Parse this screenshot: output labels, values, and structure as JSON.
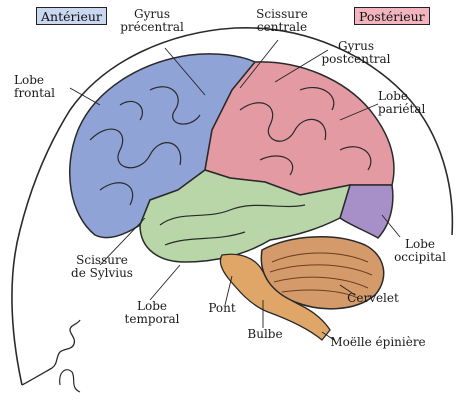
{
  "labels": {
    "anterieur": "Antérieur",
    "posterieur": "Postérieur",
    "gyrus_precentral": "Gyrus\nprécentral",
    "scissure_centrale": "Scissure\ncentrale",
    "gyrus_postcentral": "Gyrus\npostcentral",
    "lobe_frontal": "Lobe\nfrontal",
    "lobe_parietal": "Lobe\npariétal",
    "lobe_occipital": "Lobe\noccipital",
    "scissure_sylvius": "Scissure\nde Sylvius",
    "lobe_temporal": "Lobe\ntemporal",
    "pont": "Pont",
    "bulbe": "Bulbe",
    "cervelet": "Cervelet",
    "moelle": "Moëlle épinière"
  },
  "colors": {
    "frontal": "#8fa3d6",
    "parietal": "#e39aa3",
    "temporal": "#b9d6a8",
    "occipital": "#a78fc8",
    "cerebellum": "#d49a6a",
    "brainstem": "#e0a668",
    "anterieur_box": "#c9d7f0",
    "posterieur_box": "#f2b4bd"
  }
}
